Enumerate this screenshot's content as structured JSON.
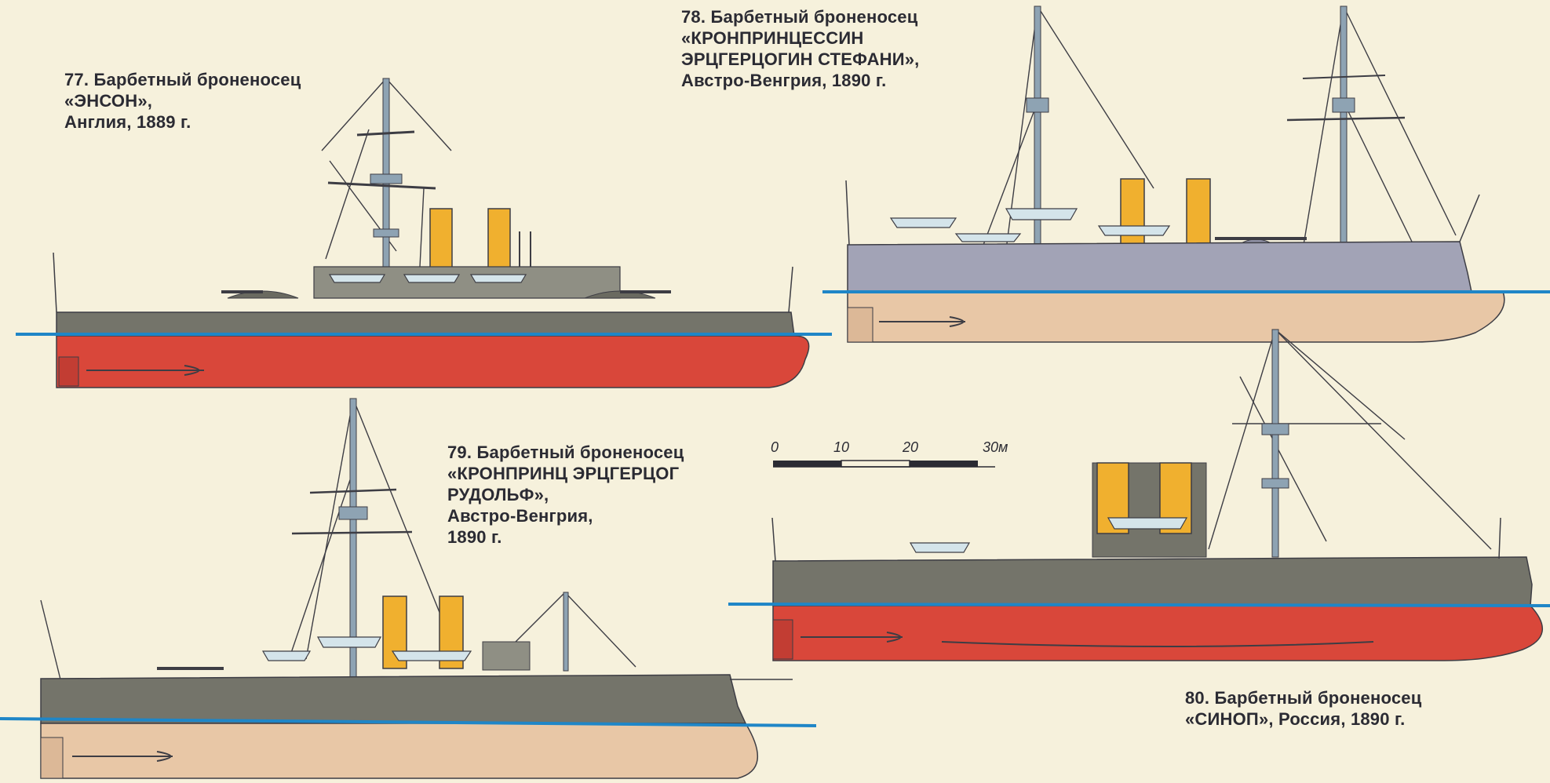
{
  "colors": {
    "background": "#f6f1dc",
    "hull_grey": "#74746a",
    "hull_lilac": "#a2a3b6",
    "underwater_red": "#d9473a",
    "underwater_tan": "#e8c7a6",
    "funnel_yellow": "#f0b02f",
    "waterline_blue": "#1f86c7",
    "boat_pale": "#d4e4ea",
    "mast_steel": "#8ea3b3",
    "text": "#2b2b33"
  },
  "ships": [
    {
      "id": "77",
      "caption": [
        "77. Барбетный броненосец",
        "«ЭНСОН»,",
        "Англия, 1889 г."
      ]
    },
    {
      "id": "78",
      "caption": [
        "78. Барбетный броненосец",
        "«КРОНПРИНЦЕССИН",
        "ЭРЦГЕРЦОГИН СТЕФАНИ»,",
        "Австро-Венгрия, 1890 г."
      ]
    },
    {
      "id": "79",
      "caption": [
        "79. Барбетный броненосец",
        "«КРОНПРИНЦ ЭРЦГЕРЦОГ",
        "РУДОЛЬФ»,",
        "Австро-Венгрия,",
        "1890 г."
      ]
    },
    {
      "id": "80",
      "caption": [
        "80. Барбетный броненосец",
        "«СИНОП», Россия, 1890 г."
      ]
    }
  ],
  "scale_bar": {
    "labels": [
      "0",
      "10",
      "20",
      "30м"
    ]
  }
}
